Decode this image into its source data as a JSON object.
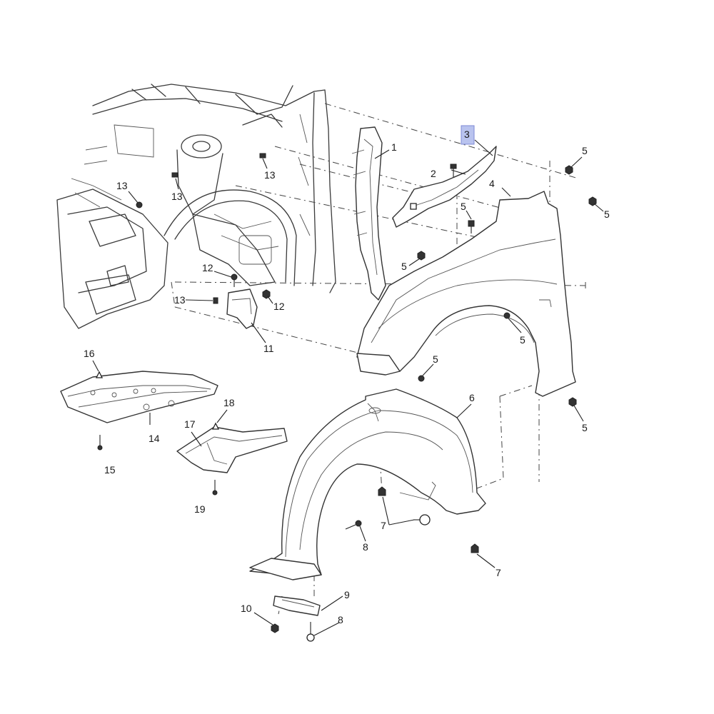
{
  "diagram": {
    "callouts": [
      {
        "key": "c1",
        "text": "1"
      },
      {
        "key": "c2",
        "text": "2"
      },
      {
        "key": "c3",
        "text": "3",
        "highlighted": true
      },
      {
        "key": "c4",
        "text": "4"
      },
      {
        "key": "c5a",
        "text": "5"
      },
      {
        "key": "c5b",
        "text": "5"
      },
      {
        "key": "c5c",
        "text": "5"
      },
      {
        "key": "c5d",
        "text": "5"
      },
      {
        "key": "c5e",
        "text": "5"
      },
      {
        "key": "c5f",
        "text": "5"
      },
      {
        "key": "c5g",
        "text": "5"
      },
      {
        "key": "c6",
        "text": "6"
      },
      {
        "key": "c7a",
        "text": "7"
      },
      {
        "key": "c7b",
        "text": "7"
      },
      {
        "key": "c8a",
        "text": "8"
      },
      {
        "key": "c8b",
        "text": "8"
      },
      {
        "key": "c9",
        "text": "9"
      },
      {
        "key": "c10",
        "text": "10"
      },
      {
        "key": "c11",
        "text": "11"
      },
      {
        "key": "c12a",
        "text": "12"
      },
      {
        "key": "c12b",
        "text": "12"
      },
      {
        "key": "c13a",
        "text": "13"
      },
      {
        "key": "c13b",
        "text": "13"
      },
      {
        "key": "c13c",
        "text": "13"
      },
      {
        "key": "c13d",
        "text": "13"
      },
      {
        "key": "c14",
        "text": "14"
      },
      {
        "key": "c15",
        "text": "15"
      },
      {
        "key": "c16",
        "text": "16"
      },
      {
        "key": "c17",
        "text": "17"
      },
      {
        "key": "c18",
        "text": "18"
      },
      {
        "key": "c19",
        "text": "19"
      }
    ],
    "highlight_color": "#b9c3ee"
  }
}
